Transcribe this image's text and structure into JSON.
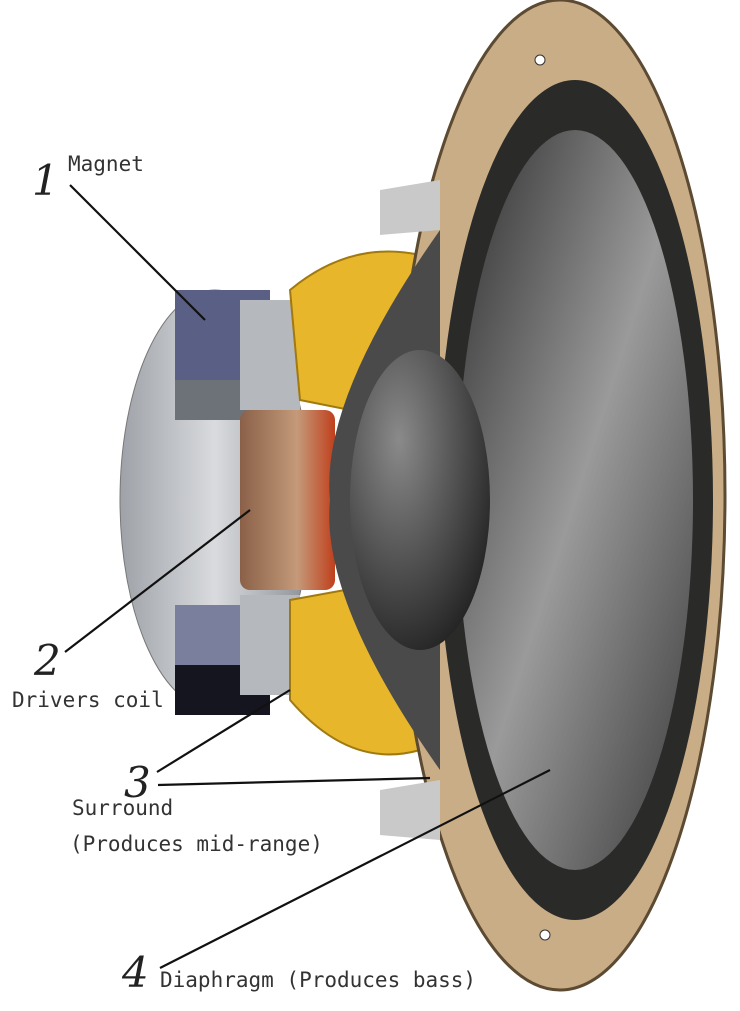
{
  "labels": [
    {
      "number": "1",
      "text": "Magnet"
    },
    {
      "number": "2",
      "text": "Drivers coil"
    },
    {
      "number": "3",
      "text": "Surround",
      "subtext": "(Produces mid-range)"
    },
    {
      "number": "4",
      "text": "Diaphragm (Produces bass)"
    }
  ],
  "colors": {
    "frame": "#c9ad86",
    "cone": "#6b6b6b",
    "magnet": "#5a5f86",
    "coil": "#a77a5a",
    "spider": "#e8b62a",
    "leader": "#111111"
  }
}
